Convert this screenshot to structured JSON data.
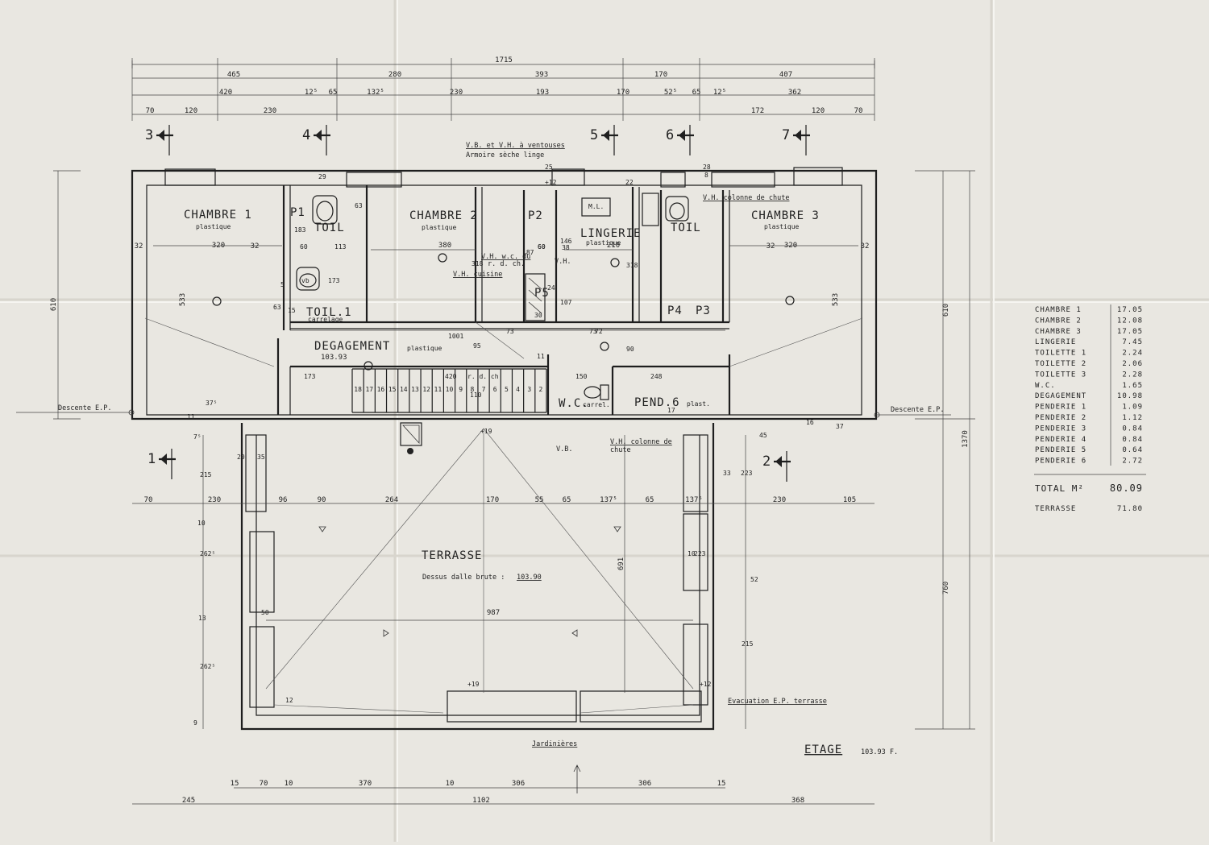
{
  "plan": {
    "rooms": [
      {
        "id": "chambre1",
        "name": "CHAMBRE 1",
        "finish": "plastique"
      },
      {
        "id": "chambre2",
        "name": "CHAMBRE 2",
        "finish": "plastique"
      },
      {
        "id": "lingerie",
        "name": "LINGERIE",
        "finish": "plastique"
      },
      {
        "id": "chambre3",
        "name": "CHAMBRE 3",
        "finish": "plastique"
      },
      {
        "id": "degagement",
        "name": "DEGAGEMENT",
        "finish": "plastique",
        "level": "103.93"
      },
      {
        "id": "toil1",
        "name": "TOIL.1",
        "finish": "carrelage"
      },
      {
        "id": "wc",
        "name": "W.C.",
        "finish": "carrel."
      },
      {
        "id": "pend6",
        "name": "PEND.6",
        "finish": "plast."
      },
      {
        "id": "terrasse",
        "name": "TERRASSE"
      }
    ],
    "small_labels": {
      "p1": "P1",
      "p2": "P2",
      "p3": "P3",
      "p4": "P4",
      "p5": "P5",
      "toil_a": "TOIL",
      "toil_b": "TOIL",
      "ml": "M.L.",
      "vb_basin": "vb"
    },
    "terrasse_note": "Dessus dalle brute :",
    "terrasse_level": "103.90",
    "etage_label": "ETAGE",
    "etage_level": "103.93 F.",
    "jardinieres": "Jardinières",
    "notes": {
      "vb_vh": "V.B. et V.H. à ventouses",
      "armoire": "Armoire sèche linge",
      "vh_colonne": "V.H. colonne de chute",
      "vh_wc": "V.H. w.c. du",
      "rdch": "r. d. ch.",
      "vh_cuisine": "V.H. cuisine",
      "vh_short": "V.H.",
      "vb": "V.B.",
      "descente_left": "Descente E.P.",
      "descente_right": "Descente E.P.",
      "vh_colonne_de": "V.H. colonne de",
      "chute": "chute",
      "evacuation": "Evacuation E.P. terrasse",
      "rdch_stair": "r. d. ch"
    },
    "section_marks": [
      "3",
      "4",
      "5",
      "6",
      "7",
      "1",
      "2"
    ],
    "stair_steps": [
      "18",
      "17",
      "16",
      "15",
      "14",
      "13",
      "12",
      "11",
      "10",
      "9",
      "8",
      "7",
      "6",
      "5",
      "4",
      "3",
      "2"
    ],
    "dims": {
      "top_total": "1715",
      "top_row2": [
        "465",
        "280",
        "393",
        "170",
        "407"
      ],
      "top_row3": [
        "420",
        "12⁵",
        "65",
        "132⁵",
        "230",
        "193",
        "170",
        "52⁵",
        "65",
        "12⁵",
        "362"
      ],
      "top_row4_left": [
        "70",
        "120",
        "230"
      ],
      "top_row4_right": [
        "172",
        "120",
        "70"
      ],
      "left_610": "610",
      "left_533": "533",
      "right_533": "533",
      "right_610": "610",
      "right_1370": "1370",
      "right_760": "760",
      "room_widths": [
        "320",
        "380",
        "210",
        "320"
      ],
      "side_32": [
        "32",
        "32",
        "32",
        "32"
      ],
      "mid_row": [
        "70",
        "230",
        "96",
        "90",
        "264",
        "170",
        "55",
        "65",
        "137⁵",
        "65",
        "137⁵",
        "230",
        "105"
      ],
      "terrasse_987": "987",
      "terrasse_691": "691",
      "bottom_row1": [
        "15",
        "70",
        "10",
        "370",
        "10",
        "306",
        "306",
        "15"
      ],
      "bottom_row2": [
        "245",
        "1102",
        "368"
      ],
      "misc": [
        "183",
        "63",
        "113",
        "60",
        "173",
        "63",
        "1001",
        "73",
        "73",
        "420",
        "173",
        "110",
        "95",
        "90",
        "248",
        "150",
        "187",
        "146",
        "60",
        "60",
        "38",
        "318",
        "318",
        "24",
        "107",
        "30",
        "11",
        "17",
        "72",
        "5",
        "15",
        "20",
        "35",
        "215",
        "262⁵",
        "262⁵",
        "10",
        "50",
        "223",
        "223",
        "33",
        "215",
        "12",
        "+19",
        "+19",
        "+12",
        "+12",
        "25",
        "8",
        "28",
        "22",
        "29",
        "37",
        "45",
        "16",
        "37⁵",
        "7⁵",
        "11",
        "13",
        "10",
        "52",
        "9"
      ]
    }
  },
  "surfaces": {
    "rows": [
      {
        "name": "CHAMBRE 1",
        "value": "17.05"
      },
      {
        "name": "CHAMBRE 2",
        "value": "12.08"
      },
      {
        "name": "CHAMBRE 3",
        "value": "17.05"
      },
      {
        "name": "LINGERIE",
        "value": "7.45"
      },
      {
        "name": "TOILETTE 1",
        "value": "2.24"
      },
      {
        "name": "TOILETTE 2",
        "value": "2.06"
      },
      {
        "name": "TOILETTE 3",
        "value": "2.28"
      },
      {
        "name": "W.C.",
        "value": "1.65"
      },
      {
        "name": "DEGAGEMENT",
        "value": "10.98"
      },
      {
        "name": "PENDERIE 1",
        "value": "1.09"
      },
      {
        "name": "PENDERIE 2",
        "value": "1.12"
      },
      {
        "name": "PENDERIE 3",
        "value": "0.84"
      },
      {
        "name": "PENDERIE 4",
        "value": "0.84"
      },
      {
        "name": "PENDERIE 5",
        "value": "0.64"
      },
      {
        "name": "PENDERIE 6",
        "value": "2.72"
      }
    ],
    "total_label": "TOTAL M²",
    "total_value": "80.09",
    "terrasse_label": "TERRASSE",
    "terrasse_value": "71.80"
  }
}
